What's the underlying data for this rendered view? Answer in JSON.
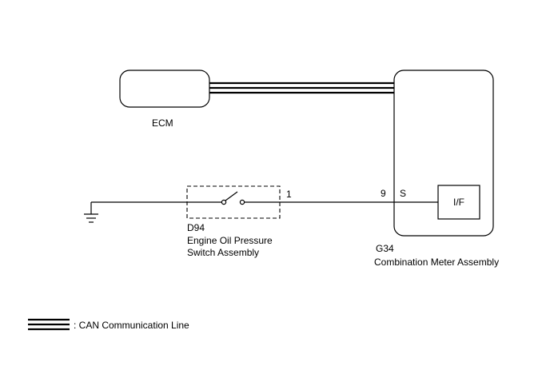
{
  "ecm": {
    "label": "ECM"
  },
  "meter": {
    "code": "G34",
    "name": "Combination Meter Assembly",
    "interface_label": "I/F",
    "pin_number": "9",
    "pin_name": "S"
  },
  "switch": {
    "code": "D94",
    "name_line1": "Engine Oil Pressure",
    "name_line2": "Switch Assembly",
    "pin_number": "1"
  },
  "legend": {
    "text": ": CAN Communication Line"
  }
}
